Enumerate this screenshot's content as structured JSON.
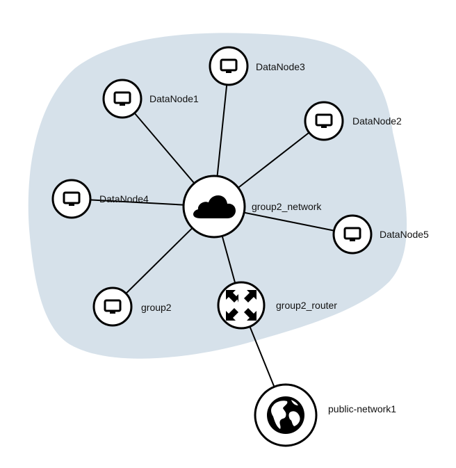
{
  "colors": {
    "group_region": "#d6e1ea",
    "link": "#000000",
    "node_fill": "#ffffff",
    "node_stroke": "#000000",
    "icon": "#000000"
  },
  "nodes": [
    {
      "id": "group2_network",
      "label": "group2_network",
      "icon": "cloud-icon"
    },
    {
      "id": "DataNode1",
      "label": "DataNode1",
      "icon": "monitor-icon"
    },
    {
      "id": "DataNode2",
      "label": "DataNode2",
      "icon": "monitor-icon"
    },
    {
      "id": "DataNode3",
      "label": "DataNode3",
      "icon": "monitor-icon"
    },
    {
      "id": "DataNode4",
      "label": "DataNode4",
      "icon": "monitor-icon"
    },
    {
      "id": "DataNode5",
      "label": "DataNode5",
      "icon": "monitor-icon"
    },
    {
      "id": "group2",
      "label": "group2",
      "icon": "monitor-icon"
    },
    {
      "id": "group2_router",
      "label": "group2_router",
      "icon": "router-arrows-icon"
    },
    {
      "id": "public-network1",
      "label": "public-network1",
      "icon": "globe-icon"
    }
  ],
  "links": [
    {
      "from": "group2_network",
      "to": "DataNode1"
    },
    {
      "from": "group2_network",
      "to": "DataNode2"
    },
    {
      "from": "group2_network",
      "to": "DataNode3"
    },
    {
      "from": "group2_network",
      "to": "DataNode4"
    },
    {
      "from": "group2_network",
      "to": "DataNode5"
    },
    {
      "from": "group2_network",
      "to": "group2"
    },
    {
      "from": "group2_network",
      "to": "group2_router"
    },
    {
      "from": "group2_router",
      "to": "public-network1"
    }
  ]
}
